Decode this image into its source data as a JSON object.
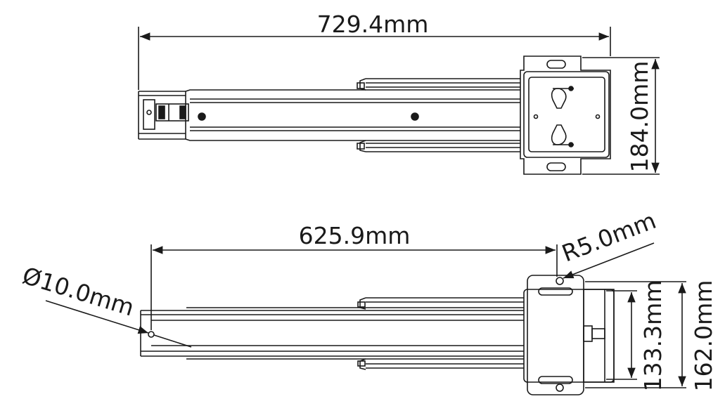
{
  "diagram": {
    "top_view": {
      "length_label": "729.4mm",
      "height_label": "184.0mm"
    },
    "bottom_view": {
      "length_label": "625.9mm",
      "radius_label": "R5.0mm",
      "hole_label": "Ø10.0mm",
      "inner_height_label": "133.3mm",
      "outer_height_label": "162.0mm"
    },
    "colors": {
      "line": "#1a1a1a",
      "background": "#ffffff"
    }
  }
}
